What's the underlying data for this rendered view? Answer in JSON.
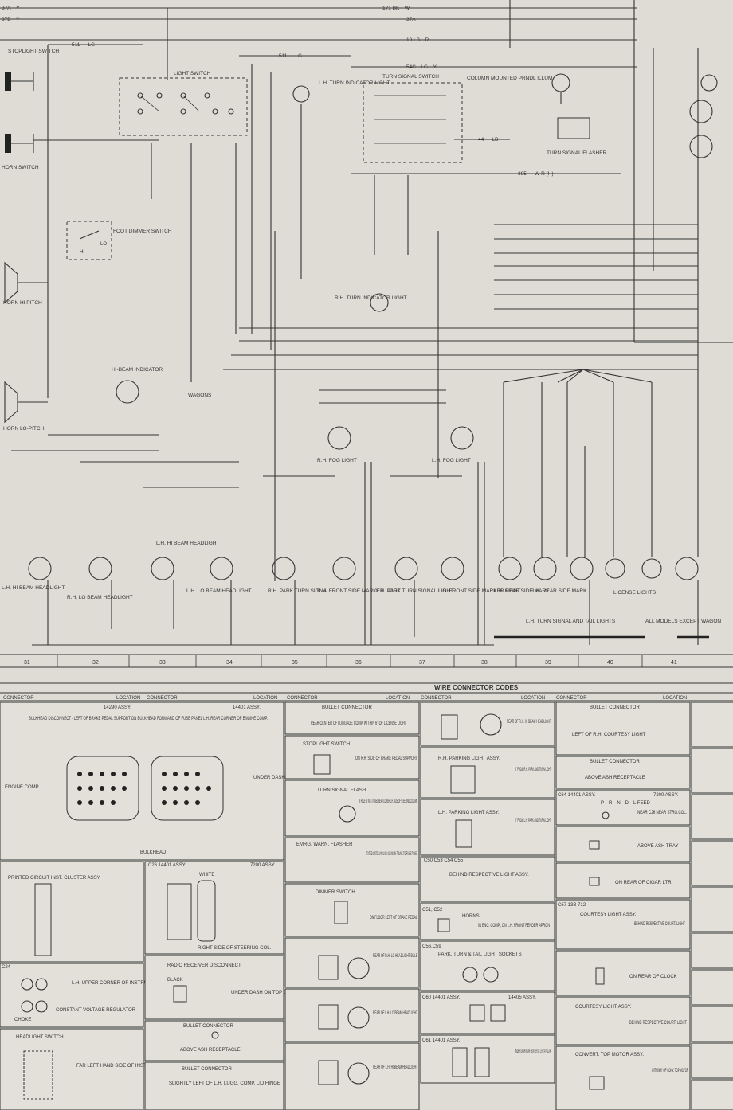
{
  "top_wires": {
    "w37a": "37A—Y",
    "w37b": "37B—Y",
    "w171": "171  BK—W",
    "w37a_mid": "37A",
    "w19": "19  LB—R",
    "w511": "511 — LG",
    "w511b": "511 — LG",
    "w54c": "54C—LG—Y",
    "w44": "44 — LB",
    "w385": "385 — W-R (H)"
  },
  "components": {
    "stoplight_switch": "STOPLIGHT SWITCH",
    "horn_switch": "HORN SWITCH",
    "light_switch": "LIGHT SWITCH",
    "lh_turn_ind": "L.H. TURN INDICATOR LIGHT",
    "turn_signal_switch": "TURN SIGNAL SWITCH",
    "column_pndl": "COLUMN MOUNTED PRNDL ILLUM.",
    "turn_flasher": "TURN SIGNAL FLASHER",
    "foot_dimmer": "FOOT DIMMER SWITCH",
    "horn_hi": "HORN HI PITCH",
    "horn_lo": "HORN LO-PITCH",
    "rh_turn_ind": "R.H. TURN INDICATOR LIGHT",
    "hibeam_ind": "HI-BEAM INDICATOR",
    "wagons": "WAGONS",
    "rh_fog": "R.H. FOG LIGHT",
    "lh_fog": "L.H. FOG LIGHT",
    "lh_hibeam_headlight": "L.H. HI BEAM HEADLIGHT",
    "rh_lobeam": "R.H. LO BEAM HEADLIGHT",
    "lh_hibeam_mid": "L.H. HI BEAM HEADLIGHT",
    "lh_lobeam": "L.H. LO BEAM HEADLIGHT",
    "rh_park": "R.H. PARK TURN SIGNAL",
    "rh_front_side": "R.H. FRONT SIDE MARKER LIGHT",
    "lh_park": "L.H. PARK TURN SIGNAL LIGHT",
    "lh_front_side": "L.H. FRONT SIDE MARKER LIGHT",
    "lh_rear_side": "L.H. REAR SIDE MARK",
    "rh_rear_side": "R.H. REAR SIDE MARK",
    "license": "LICENSE LIGHTS",
    "lh_turn_tail": "L.H. TURN SIGNAL AND TAIL LIGHTS",
    "all_models": "ALL MODELS EXCEPT WAGON"
  },
  "grid_numbers": [
    "31",
    "32",
    "33",
    "34",
    "35",
    "36",
    "37",
    "38",
    "39",
    "40",
    "41"
  ],
  "codes": {
    "title": "WIRE CONNECTOR CODES",
    "hdr_connector": "CONNECTOR",
    "hdr_location": "LOCATION",
    "c7_title": "BULKHEAD DISCONNECT - LEFT OF BRAKE PEDAL SUPPORT ON BULKHEAD FORWARD OF FUSE PANEL L.H. REAR CORNER OF ENGINE COMP.",
    "c7_assy": "14290 ASSY.",
    "c7_assy2": "14401 ASSY.",
    "engine_comp": "ENGINE COMP.",
    "under_dash": "UNDER DASH PANEL",
    "bulkhead": "BULKHEAD",
    "c33": "BULLET CONNECTOR",
    "c33_loc": "REAR CENTER OF LUGGAGE COMP. WITHIN 6\" OF LICENSE LIGHT",
    "c34": "STOPLIGHT SWITCH",
    "c34_loc": "ON R.H. SIDE OF BRAKE PEDAL SUPPORT",
    "c35": "TURN SIGNAL FLASH",
    "c35_loc": "IN HOLE IN INST. PANEL NEAR LOWER L.H. SIDE OF STEERING COLUMN",
    "c36": "EMRG. WARN. FLASHER",
    "c36_loc": "TAPED ONTO 14401 W/A ON MAIN TRUNK TO FUSE PANEL",
    "c37": "DIMMER SWITCH",
    "c37_loc": "ON FLOOR LEFT OF BRAKE PEDAL",
    "c38_loc": "REAR OF R.H. LO HEADLIGHT BULB",
    "c39_loc": "REAR OF L.H. LO BEAM HEADLIGHT",
    "c40_loc": "REAR OF L.H. HI BEAM HEADLIGHT",
    "c41_loc": "REAR OF R.H. HI BEAM HEADLIGHT",
    "c42": "R.H. PARKING LIGHT ASSY.",
    "c42_loc": "B\" FROM R.H. PARK AND TURN LIGHT",
    "c43": "L.H. PARKING LIGHT ASSY.",
    "c43_loc": "B\" FROM L.H. PARK AND TURN LIGHT",
    "c50": "C50 C53 C54 C55",
    "c50_loc": "BEHIND RESPECTIVE LIGHT ASSY.",
    "c51": "C51, C52",
    "c51_name": "HORNS",
    "c51_loc": "IN ENG. COMP., ON L.H. FRONT FENDER APRON",
    "c56": "C56,C59",
    "c56_name": "PARK, TURN & TAIL LIGHT SOCKETS",
    "c60": "C60  14401 ASSY.",
    "c60b": "14405 ASSY.",
    "c61": "C61  14401 ASSY.",
    "c61_loc": "UNDER DASH NEAR CENTER OF L.H. \"A PILLAR\"",
    "c62": "BULLET CONNECTOR",
    "c62_loc": "LEFT OF R.H. COURTESY LIGHT",
    "c63": "BULLET CONNECTOR",
    "c63_loc": "ABOVE ASH RECEPTACLE",
    "c64": "C64  14401 ASSY.",
    "c64_b": "7200 ASSY.",
    "c64_name": "P—R—N—D—L FEED",
    "c64_loc": "NEAR C26 NEAR STRG.COL.",
    "c65_loc": "ABOVE ASH TRAY",
    "c66_loc": "ON REAR OF CIGAR LTR.",
    "c67": "C67  13B 712",
    "c67_name": "COURTESY LIGHT ASSY.",
    "c67_loc": "BEHIND RESPECTIVE COURT. LIGHT",
    "c68_loc": "ON REAR OF CLOCK",
    "c69": "COURTESY LIGHT ASSY.",
    "c69_loc": "BEHIND RESPECTIVE COURT. LIGHT",
    "c87": "CONVERT. TOP MOTOR ASSY.",
    "c87_loc": "WITHIN 6\" OF CONV. TOP MOTOR",
    "c14": "PRINTED CIRCUIT INST. CLUSTER ASSY.",
    "c26": "C26  14401 ASSY.",
    "c26_b": "7200 ASSY.",
    "c26_white": "WHITE",
    "c26_loc": "RIGHT SIDE OF STEERING COL.",
    "c24": "C24",
    "c24_loc": "L.H. UPPER CORNER OF INSTRUMENT CLUSTER",
    "c24_choke": "CHOKE",
    "c24_reg": "CONSTANT VOLTAGE REGULATOR",
    "c27": "RADIO RECEIVER DISCONNECT",
    "c27_black": "BLACK",
    "c27_loc": "UNDER DASH ON TOP OF RADIO",
    "c28": "BULLET CONNECTOR",
    "c28_loc": "ABOVE ASH RECEPTACLE",
    "c25": "HEADLIGHT SWITCH",
    "c25_loc": "FAR LEFT HAND SIDE OF INST. PANEL",
    "c32": "BULLET CONNECTOR",
    "c32_loc": "SLIGHTLY LEFT OF L.H. LUGG. COMP. LID HINGE"
  }
}
